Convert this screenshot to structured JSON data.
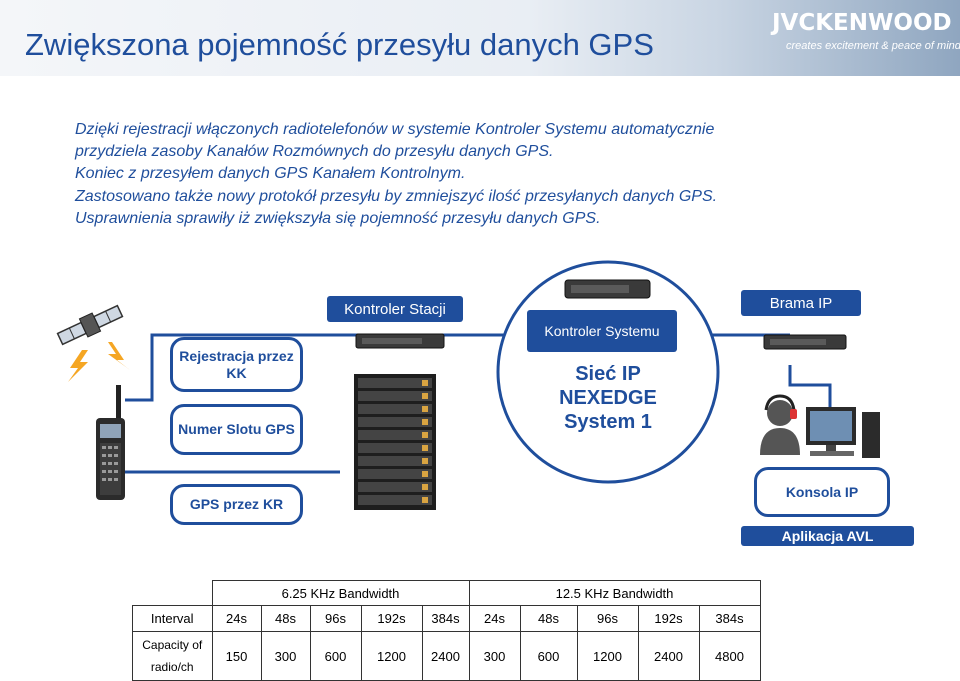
{
  "header": {
    "title": "Zwiększona pojemność przesyłu danych GPS",
    "logo_brand": "JVCKENWOOD",
    "logo_tagline": "creates excitement & peace of mind"
  },
  "intro": {
    "lines": [
      "Dzięki rejestracji włączonych radiotelefonów  w systemie Kontroler Systemu  automatycznie",
      "przydziela zasoby Kanałów Rozmównych do przesyłu danych GPS.",
      "Koniec z przesyłem danych GPS Kanałem Kontrolnym.",
      "Zastosowano także nowy protokół przesyłu by zmniejszyć ilość przesyłanych danych GPS.",
      "Usprawnienia sprawiły iż zwiększyła się pojemność przesyłu danych GPS."
    ]
  },
  "diagram": {
    "registration_label": "Rejestracja przez KK",
    "slot_label": "Numer Slotu GPS",
    "gps_radio_label": "GPS przez KR",
    "station_controller_label": "Kontroler Stacji",
    "system_controller_label": "Kontroler Systemu",
    "network_label": "Sieć IP NEXEDGE System 1",
    "gateway_label": "Brama IP",
    "console_label": "Konsola IP",
    "avl_label": "Aplikacja AVL",
    "colors": {
      "primary": "#1f4e9c",
      "lightning": "#f5a623"
    }
  },
  "table": {
    "group_headers": [
      "6.25 KHz Bandwidth",
      "12.5 KHz Bandwidth"
    ],
    "interval_label": "Interval",
    "intervals": [
      "24s",
      "48s",
      "96s",
      "192s",
      "384s",
      "24s",
      "48s",
      "96s",
      "192s",
      "384s"
    ],
    "capacity_label_line1": "Capacity of",
    "capacity_label_line2": "radio/ch",
    "capacities": [
      "150",
      "300",
      "600",
      "1200",
      "2400",
      "300",
      "600",
      "1200",
      "2400",
      "4800"
    ]
  }
}
